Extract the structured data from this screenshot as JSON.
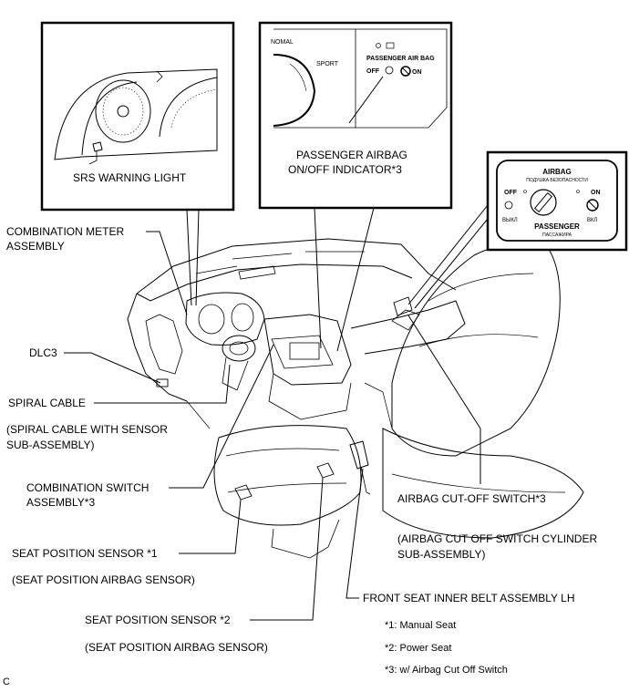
{
  "inset_meter": {
    "label": "SRS WARNING LIGHT"
  },
  "inset_indicator": {
    "label_line1": "PASSENGER AIRBAG",
    "label_line2": "ON/OFF INDICATOR*3",
    "gauge_text_1": "NOMAL",
    "gauge_text_2": "SPORT",
    "panel_text": "PASSENGER AIR BAG",
    "off_text": "OFF",
    "on_text": "ON"
  },
  "inset_switch": {
    "title": "AIRBAG",
    "subtitle": "ПОДУШКА БЕЗОПАСНОСТИ",
    "off_text": "OFF",
    "on_text": "ON",
    "off_ru": "ВЫКЛ",
    "on_ru": "ВКЛ",
    "bottom_text": "PASSENGER",
    "bottom_ru": "ПАССАЖИРА"
  },
  "callouts": {
    "combination_meter_1": "COMBINATION METER",
    "combination_meter_2": "ASSEMBLY",
    "dlc3": "DLC3",
    "spiral_cable": "SPIRAL CABLE",
    "spiral_sub_1": "(SPIRAL CABLE WITH SENSOR",
    "spiral_sub_2": "SUB-ASSEMBLY)",
    "comb_switch_1": "COMBINATION SWITCH",
    "comb_switch_2": "ASSEMBLY*3",
    "seat_sensor_1": "SEAT POSITION SENSOR *1",
    "seat_sensor_1_sub": "(SEAT POSITION AIRBAG SENSOR)",
    "seat_sensor_2": "SEAT POSITION SENSOR *2",
    "seat_sensor_2_sub": "(SEAT POSITION AIRBAG SENSOR)",
    "cutoff_switch": "AIRBAG CUT-OFF SWITCH*3",
    "cutoff_sub_1": "(AIRBAG CUT OFF SWITCH CYLINDER",
    "cutoff_sub_2": "SUB-ASSEMBLY)",
    "front_belt": "FRONT SEAT INNER BELT ASSEMBLY LH"
  },
  "notes": [
    "*1: Manual Seat",
    "*2: Power Seat",
    "*3: w/ Airbag Cut Off Switch"
  ],
  "figure_code": "C"
}
